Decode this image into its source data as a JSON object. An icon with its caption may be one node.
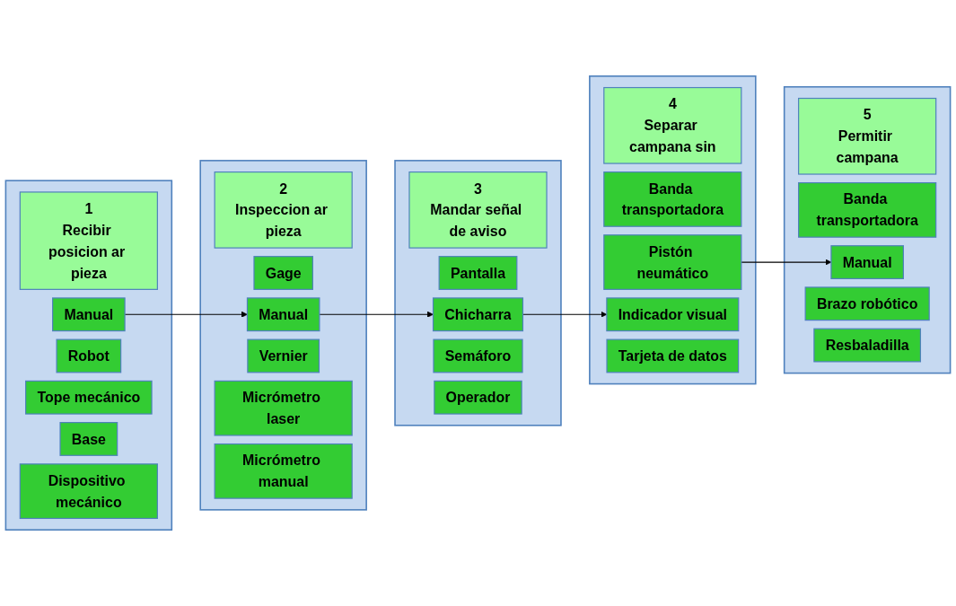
{
  "diagram": {
    "nodes": [
      {
        "text": [],
        "shape": "band"
      },
      {
        "text": [
          "1",
          "Recibir posicion ar pieza"
        ],
        "in": 0
      },
      {
        "text": [
          "Manual"
        ],
        "in": 0
      },
      {
        "text": [
          "Robot"
        ],
        "in": 0
      },
      {
        "text": [
          "Tope mecánico"
        ],
        "in": 0
      },
      {
        "text": [
          "Base"
        ],
        "in": 0
      },
      {
        "text": [
          "Dispositivo mecánico"
        ],
        "in": 0
      },
      {
        "text": [],
        "shape": "band"
      },
      {
        "text": [
          "2",
          "Inspeccion ar pieza"
        ],
        "in": 7
      },
      {
        "text": [
          "Gage"
        ],
        "in": 7
      },
      {
        "text": [
          "Manual"
        ],
        "in": 7
      },
      {
        "text": [
          "Vernier"
        ],
        "in": 7
      },
      {
        "text": [
          "Micrómetro laser"
        ],
        "in": 7
      },
      {
        "text": [
          "Micrómetro manual"
        ],
        "in": 7
      },
      {
        "text": [],
        "shape": "band"
      },
      {
        "text": [
          "3",
          "Mandar señal de aviso"
        ],
        "in": 14
      },
      {
        "text": [
          "Pantalla"
        ],
        "in": 14
      },
      {
        "text": [
          "Chicharra"
        ],
        "in": 14
      },
      {
        "text": [
          "Semáforo"
        ],
        "in": 14
      },
      {
        "text": [
          "Operador"
        ],
        "in": 14
      },
      {
        "text": [],
        "shape": "band"
      },
      {
        "text": [
          "4",
          "Separar campana sin"
        ],
        "in": 20
      },
      {
        "text": [
          "Banda transportadora"
        ],
        "in": 20
      },
      {
        "text": [
          "Pistón neumático"
        ],
        "in": 20
      },
      {
        "text": [
          "Indicador visual"
        ],
        "in": 20
      },
      {
        "text": [
          "Tarjeta de datos"
        ],
        "in": 20
      },
      {
        "text": [],
        "shape": "band"
      },
      {
        "text": [
          "5",
          "Permitir campana"
        ],
        "in": 26
      },
      {
        "text": [
          "Banda transportadora"
        ],
        "in": 26
      },
      {
        "text": [
          "Manual"
        ],
        "in": 26
      },
      {
        "text": [
          "Brazo robótico"
        ],
        "in": 26
      },
      {
        "text": [
          "Resbaladilla"
        ],
        "in": 26
      }
    ],
    "edges": [
      {
        "from": 2,
        "to": 10,
        "arrow": "to"
      },
      {
        "from": 10,
        "to": 17,
        "arrow": "to"
      },
      {
        "from": 17,
        "to": 24,
        "arrow": "to"
      },
      {
        "from": 23,
        "to": 29,
        "arrow": "to"
      }
    ]
  }
}
